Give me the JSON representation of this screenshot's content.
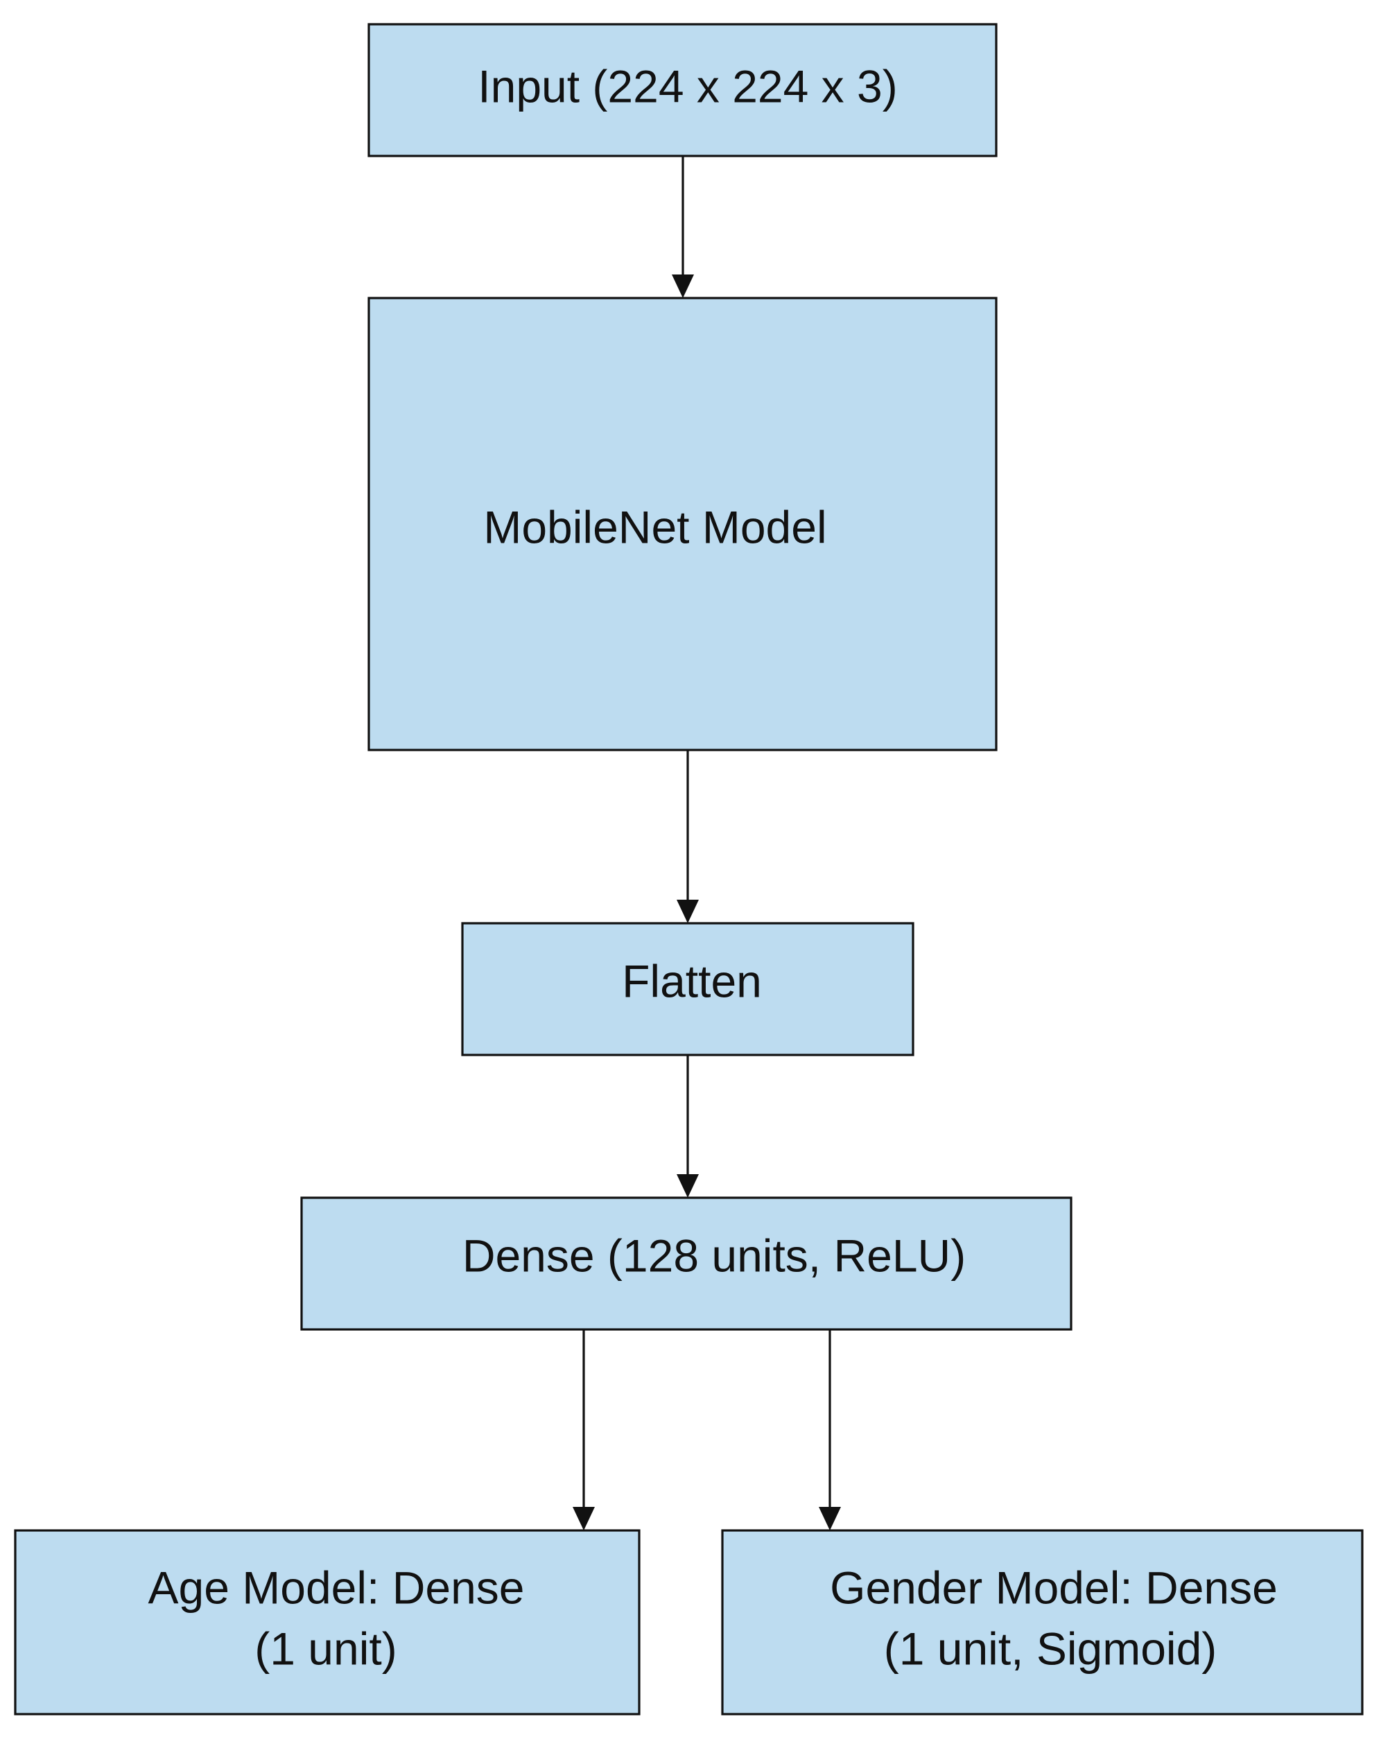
{
  "diagram": {
    "nodes": {
      "input": {
        "label": "Input (224 x 224 x 3)"
      },
      "mobilenet": {
        "label": "MobileNet Model"
      },
      "flatten": {
        "label": "Flatten"
      },
      "dense": {
        "label": "Dense (128 units, ReLU)"
      },
      "age": {
        "line1": "Age Model: Dense",
        "line2": "(1 unit)"
      },
      "gender": {
        "line1": "Gender Model: Dense",
        "line2": "(1 unit, Sigmoid)"
      }
    },
    "edges": [
      {
        "from": "input",
        "to": "mobilenet"
      },
      {
        "from": "mobilenet",
        "to": "flatten"
      },
      {
        "from": "flatten",
        "to": "dense"
      },
      {
        "from": "dense",
        "to": "age"
      },
      {
        "from": "dense",
        "to": "gender"
      }
    ],
    "colors": {
      "node_fill": "#bddcf0",
      "stroke": "#111111",
      "background": "#ffffff"
    }
  }
}
